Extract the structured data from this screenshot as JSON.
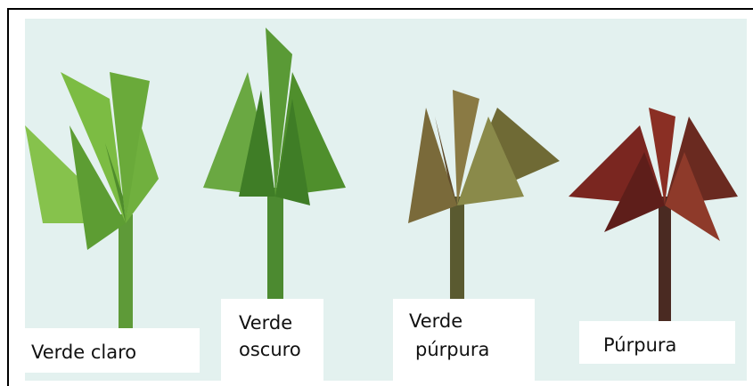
{
  "labels": {
    "light_green": "Verde claro",
    "dark_green_line1": "Verde",
    "dark_green_line2": "oscuro",
    "purple_green_line1": "Verde",
    "purple_green_line2": "púrpura",
    "purple": "Púrpura"
  },
  "colors": {
    "background": "#e3f1ef",
    "light_green": "#6fae3a",
    "dark_green": "#4f8f2c",
    "purple_green": "#7a6a3a",
    "purple": "#7a2620"
  }
}
